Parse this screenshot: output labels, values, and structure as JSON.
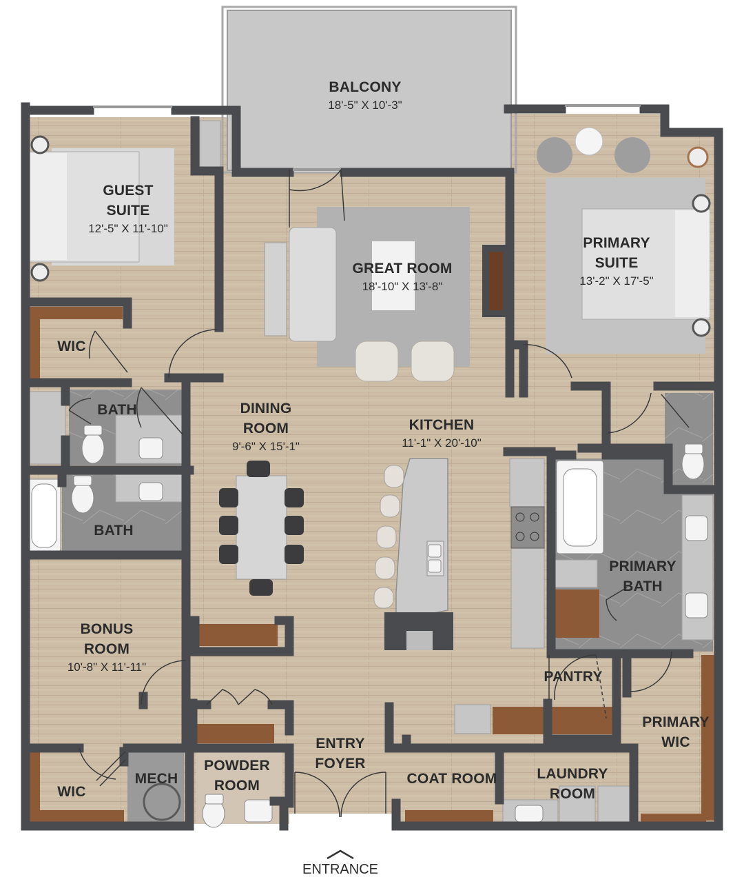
{
  "rooms": {
    "balcony": {
      "name": "BALCONY",
      "dims": "18'-5\" X 10'-3\""
    },
    "guest_suite": {
      "name_1": "GUEST",
      "name_2": "SUITE",
      "dims": "12'-5\" X 11'-10\""
    },
    "great_room": {
      "name": "GREAT ROOM",
      "dims": "18'-10\" X 13'-8\""
    },
    "primary_suite": {
      "name_1": "PRIMARY",
      "name_2": "SUITE",
      "dims": "13'-2\" X 17'-5\""
    },
    "wic_guest": {
      "name": "WIC"
    },
    "bath_upper": {
      "name": "BATH"
    },
    "bath_lower": {
      "name": "BATH"
    },
    "dining_room": {
      "name_1": "DINING",
      "name_2": "ROOM",
      "dims": "9'-6\" X 15'-1\""
    },
    "kitchen": {
      "name": "KITCHEN",
      "dims": "11'-1\" X 20'-10\""
    },
    "primary_bath": {
      "name_1": "PRIMARY",
      "name_2": "BATH"
    },
    "bonus_room": {
      "name_1": "BONUS",
      "name_2": "ROOM",
      "dims": "10'-8\" X 11'-11\""
    },
    "pantry": {
      "name": "PANTRY"
    },
    "primary_wic": {
      "name_1": "PRIMARY",
      "name_2": "WIC"
    },
    "entry_foyer": {
      "name_1": "ENTRY",
      "name_2": "FOYER"
    },
    "wic_lower": {
      "name": "WIC"
    },
    "mech": {
      "name": "MECH"
    },
    "powder_room": {
      "name_1": "POWDER",
      "name_2": "ROOM"
    },
    "coat_room": {
      "name": "COAT ROOM"
    },
    "laundry_room": {
      "name_1": "LAUNDRY",
      "name_2": "ROOM"
    }
  },
  "entrance_label": "ENTRANCE",
  "colors": {
    "wall": "#4a4b4e",
    "floor": "#c9b9a2",
    "tile": "#8e8e8e",
    "balcony": "#c9c9c9",
    "rug": "#b4b4b4",
    "wood_cabinet": "#8c5a37",
    "counter": "#c8c8c8"
  }
}
